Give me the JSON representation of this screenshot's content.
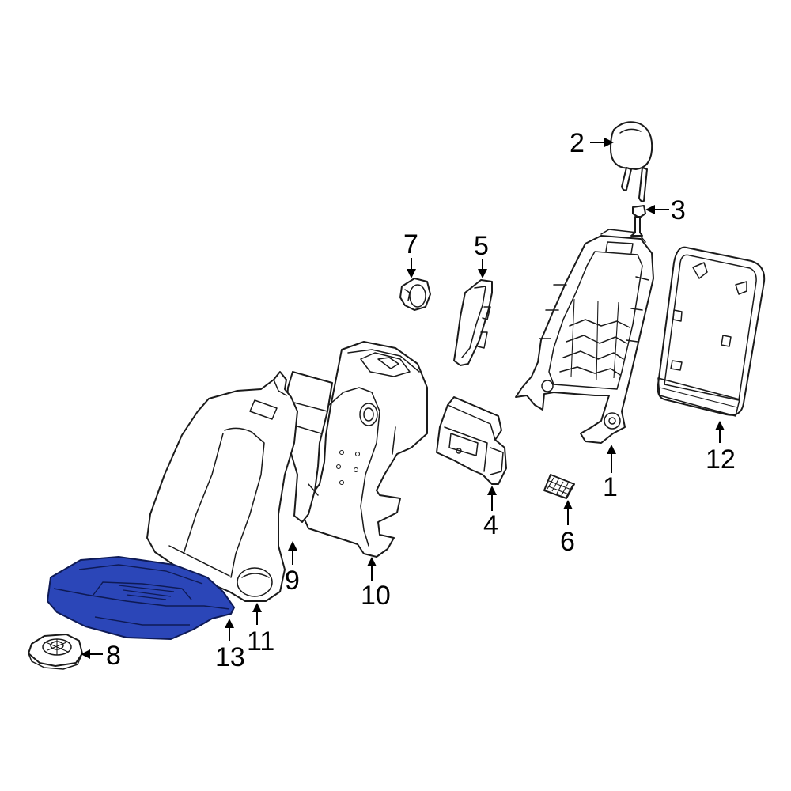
{
  "diagram": {
    "highlight_color": "#2b46b8",
    "callouts": [
      {
        "id": "1",
        "label": "1"
      },
      {
        "id": "2",
        "label": "2"
      },
      {
        "id": "3",
        "label": "3"
      },
      {
        "id": "4",
        "label": "4"
      },
      {
        "id": "5",
        "label": "5"
      },
      {
        "id": "6",
        "label": "6"
      },
      {
        "id": "7",
        "label": "7"
      },
      {
        "id": "8",
        "label": "8"
      },
      {
        "id": "9",
        "label": "9"
      },
      {
        "id": "10",
        "label": "10"
      },
      {
        "id": "11",
        "label": "11"
      },
      {
        "id": "12",
        "label": "12"
      },
      {
        "id": "13",
        "label": "13"
      }
    ],
    "highlighted_part": "13"
  }
}
